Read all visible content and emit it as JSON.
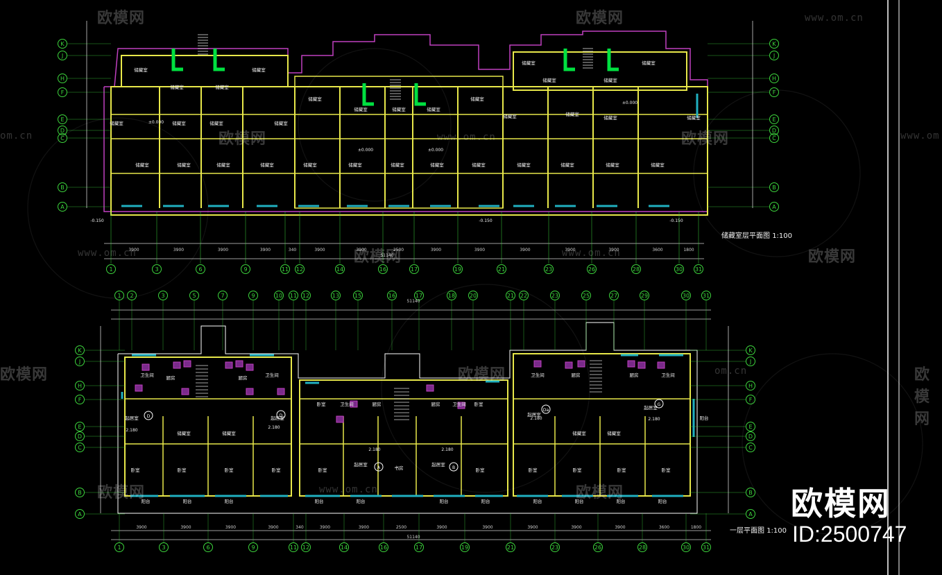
{
  "brand": {
    "name": "欧模网",
    "id_text": "ID:2500747",
    "watermark_text": "欧模网",
    "watermark_url": "www.om.cn",
    "watermark_url_partial": "om.cn"
  },
  "plans": {
    "top_title": "储藏室层平面图",
    "top_scale": "1:100",
    "bottom_title": "一层平面图",
    "bottom_scale": "1:100"
  },
  "axes": {
    "top_bottom_numbers": [
      "1",
      "3",
      "6",
      "9",
      "11",
      "12",
      "14",
      "16",
      "17",
      "19",
      "21",
      "23",
      "26",
      "28",
      "30",
      "31"
    ],
    "top_bottom_dims": [
      "3900",
      "3900",
      "3900",
      "3900",
      "340",
      "3900",
      "3900",
      "2500",
      "3900",
      "3900",
      "3900",
      "3900",
      "3900",
      "3600",
      "1800"
    ],
    "bottom_top_numbers": [
      "1",
      "2",
      "3",
      "5",
      "7",
      "9",
      "10",
      "11",
      "12",
      "13",
      "15",
      "16",
      "17",
      "18",
      "20",
      "21",
      "22",
      "23",
      "25",
      "27",
      "29",
      "30",
      "31"
    ],
    "bottom_bottom_numbers": [
      "1",
      "3",
      "6",
      "9",
      "11",
      "12",
      "14",
      "16",
      "17",
      "19",
      "21",
      "23",
      "26",
      "28",
      "30",
      "31"
    ],
    "row_letters": [
      "K",
      "J",
      "H",
      "F",
      "E",
      "D",
      "C",
      "B",
      "A"
    ],
    "total_dim": "51140"
  },
  "rooms": {
    "storage": "储藏室",
    "bedroom": "卧室",
    "living": "起居室",
    "kitchen": "厨房",
    "bath": "卫生间",
    "balcony": "阳台",
    "study": "书房"
  },
  "levels": {
    "minus": "-0.150",
    "zero": "±0.000",
    "upper": "2.180"
  },
  "colors": {
    "wall": "#e8e84a",
    "outline": "#c040c0",
    "axis": "#3dd63d",
    "pipe": "#00e040",
    "window": "#20b0c0",
    "text": "#f0f0f0",
    "dims": "#d0d0d0"
  }
}
